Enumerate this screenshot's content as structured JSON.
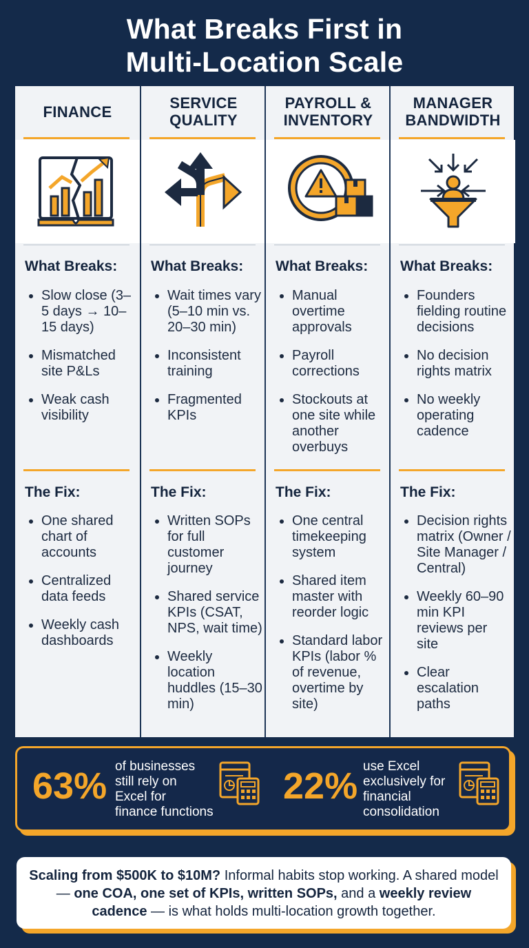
{
  "title_line1": "What Breaks First in",
  "title_line2": "Multi-Location Scale",
  "colors": {
    "navy": "#142a4a",
    "orange": "#f4a62a",
    "panel": "#f1f3f6"
  },
  "columns": [
    {
      "heading_lines": [
        "FINANCE"
      ],
      "icon": "broken-growth-chart-icon",
      "breaks_label": "What Breaks:",
      "breaks": [
        "Slow close (3–5 days → 10–15 days)",
        "Mismatched site P&Ls",
        "Weak cash visibility"
      ],
      "fix_label": "The Fix:",
      "fixes": [
        "One shared chart of accounts",
        "Centralized data feeds",
        "Weekly cash dashboards"
      ]
    },
    {
      "heading_lines": [
        "SERVICE",
        "QUALITY"
      ],
      "icon": "split-arrows-icon",
      "breaks_label": "What Breaks:",
      "breaks": [
        "Wait times vary (5–10 min vs. 20–30 min)",
        "Inconsistent training",
        "Fragmented KPIs"
      ],
      "fix_label": "The Fix:",
      "fixes": [
        "Written SOPs for full customer journey",
        "Shared service KPIs (CSAT, NPS, wait time)",
        "Weekly location huddles (15–30 min)"
      ]
    },
    {
      "heading_lines": [
        "PAYROLL &",
        "INVENTORY"
      ],
      "icon": "clock-warning-boxes-icon",
      "breaks_label": "What Breaks:",
      "breaks": [
        "Manual overtime approvals",
        "Payroll corrections",
        "Stockouts at one site while another overbuys"
      ],
      "fix_label": "The Fix:",
      "fixes": [
        "One central timekeeping system",
        "Shared item master with reorder logic",
        "Standard labor KPIs (labor % of revenue, overtime by site)"
      ]
    },
    {
      "heading_lines": [
        "MANAGER",
        "BANDWIDTH"
      ],
      "icon": "funnel-person-icon",
      "breaks_label": "What Breaks:",
      "breaks": [
        "Founders fielding routine decisions",
        "No decision rights matrix",
        "No weekly operating cadence"
      ],
      "fix_label": "The Fix:",
      "fixes": [
        "Decision rights matrix (Owner / Site Manager / Central)",
        "Weekly 60–90 min KPI reviews per site",
        "Clear escalation paths"
      ]
    }
  ],
  "stats": [
    {
      "value": "63%",
      "text_lines": [
        "of businesses",
        "still rely on",
        "Excel for",
        "finance functions"
      ],
      "icon": "spreadsheet-calculator-icon"
    },
    {
      "value": "22%",
      "text_lines": [
        "use Excel",
        "exclusively for",
        "financial",
        "consolidation"
      ],
      "icon": "spreadsheet-calculator-icon"
    }
  ],
  "note": {
    "part1_bold": "Scaling from $500K to $10M?",
    "part2": " Informal habits stop working. A shared model — ",
    "part3_bold": "one COA, one set of KPIs, written SOPs,",
    "part4": " and a ",
    "part5_bold": "weekly review cadence",
    "part6": " — is what holds multi-location growth together."
  }
}
